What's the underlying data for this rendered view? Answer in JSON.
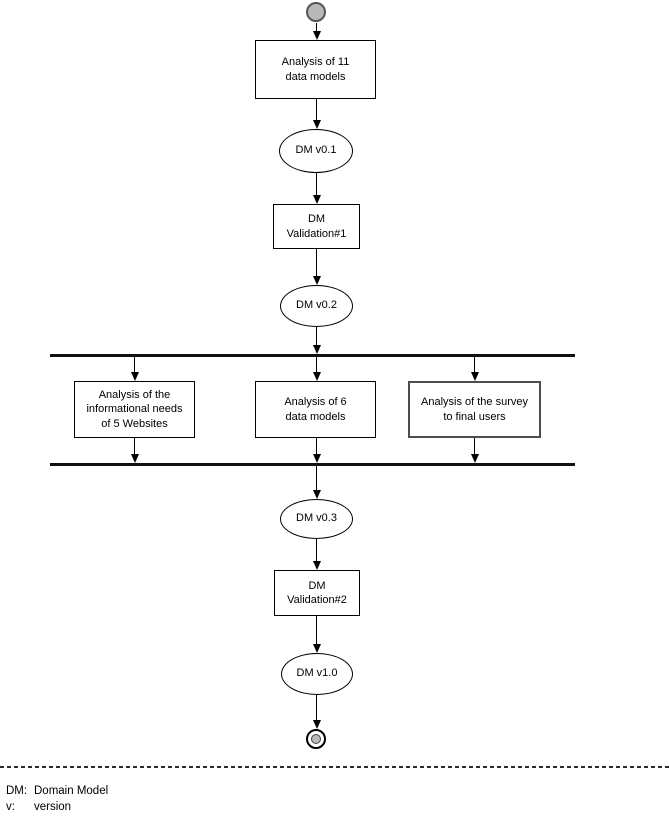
{
  "diagram": {
    "type": "uml-activity-diagram",
    "activities": {
      "analysis_11": "Analysis of 11\ndata models",
      "validation_1": "DM\nValidation#1",
      "analysis_websites": "Analysis of the\ninformational needs\nof 5 Websites",
      "analysis_6": "Analysis of 6\ndata models",
      "analysis_survey": "Analysis of the survey\nto final users",
      "validation_2": "DM\nValidation#2"
    },
    "objects": {
      "v01": "DM v0.1",
      "v02": "DM v0.2",
      "v03": "DM v0.3",
      "v10": "DM v1.0"
    },
    "flow": [
      "start",
      "analysis_11",
      "v01",
      "validation_1",
      "v02",
      "fork",
      "analysis_websites | analysis_6 | analysis_survey",
      "join",
      "v03",
      "validation_2",
      "v10",
      "end"
    ]
  },
  "legend": {
    "entries": [
      {
        "abbr": "DM:",
        "meaning": "Domain Model"
      },
      {
        "abbr": "v:",
        "meaning": "version"
      }
    ]
  },
  "colors": {
    "background": "#ffffff",
    "line": "#000000",
    "bar": "#111111",
    "start_node_fill": "#b9b9b9",
    "end_node_inner_fill": "#b9b9b9"
  }
}
